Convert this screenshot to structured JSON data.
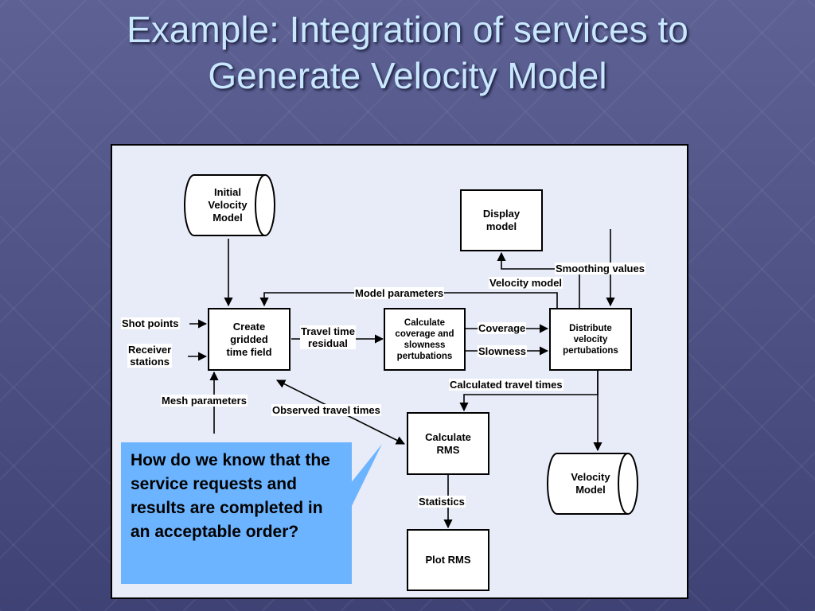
{
  "slide": {
    "title_line1": "Example: Integration of services to",
    "title_line2": "Generate Velocity Model"
  },
  "diagram": {
    "initial_velocity_model": [
      "Initial",
      "Velocity",
      "Model"
    ],
    "display_model": [
      "Display",
      "model"
    ],
    "create_gridded_time_field": [
      "Create",
      "gridded",
      "time field"
    ],
    "calculate_coverage": [
      "Calculate",
      "coverage and",
      "slowness",
      "pertubations"
    ],
    "distribute_velocity": [
      "Distribute",
      "velocity",
      "pertubations"
    ],
    "calculate_rms": [
      "Calculate",
      "RMS"
    ],
    "velocity_model_output": [
      "Velocity",
      "Model"
    ],
    "plot_rms": "Plot RMS",
    "labels": {
      "shot_points": "Shot points",
      "receiver_stations": [
        "Receiver",
        "stations"
      ],
      "mesh_parameters": "Mesh parameters",
      "model_parameters": "Model parameters",
      "travel_time_residual": [
        "Travel time",
        "residual"
      ],
      "coverage": "Coverage",
      "slowness": "Slowness",
      "smoothing_values": "Smoothing values",
      "velocity_model": "Velocity model",
      "calculated_travel_times": "Calculated travel times",
      "observed_travel_times": "Observed travel times",
      "statistics": "Statistics"
    }
  },
  "callout": {
    "text": "How do we know that the service requests and results are completed in an acceptable order?"
  }
}
